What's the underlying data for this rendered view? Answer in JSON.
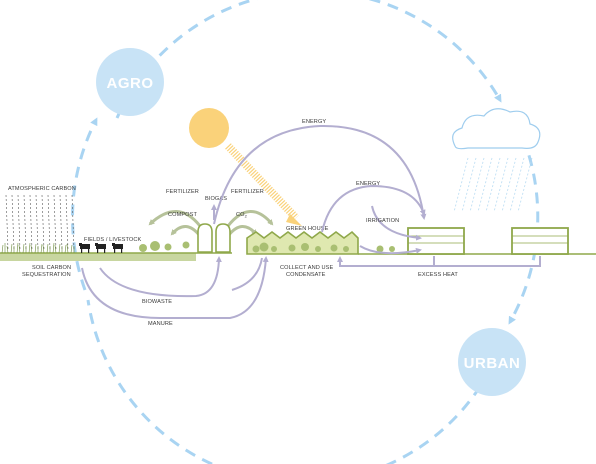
{
  "diagram": {
    "zones": {
      "agro": "AGRO",
      "urban": "URBAN"
    },
    "labels": {
      "atmospheric_carbon": "ATMOSPHERIC CARBON",
      "fields_livestock": "FIELDS / LIVESTOCK",
      "soil_carbon_1": "SOIL CARBON",
      "soil_carbon_2": "SEQUESTRATION",
      "fertilizer_left": "FERTILIZER",
      "compost": "COMPOST",
      "biogas": "BIOGAS",
      "fertilizer_right": "FERTILIZER",
      "co2": "CO",
      "co2_sub": "2",
      "green_house": "GREEN HOUSE",
      "energy_top": "ENERGY",
      "energy_mid": "ENERGY",
      "irrigation": "IRRIGATION",
      "collect_1": "COLLECT AND USE",
      "collect_2": "CONDENSATE",
      "excess_heat": "EXCESS HEAT",
      "biowaste": "BIOWASTE",
      "manure": "MANURE"
    },
    "colors": {
      "loop": "#a9d4f2",
      "flow": "#b3aed0",
      "ground": "#8fa84a",
      "greenhouse_fill": "#dfe8b0",
      "sun": "#fad27a",
      "compost_arrow": "#b6c29a"
    }
  }
}
